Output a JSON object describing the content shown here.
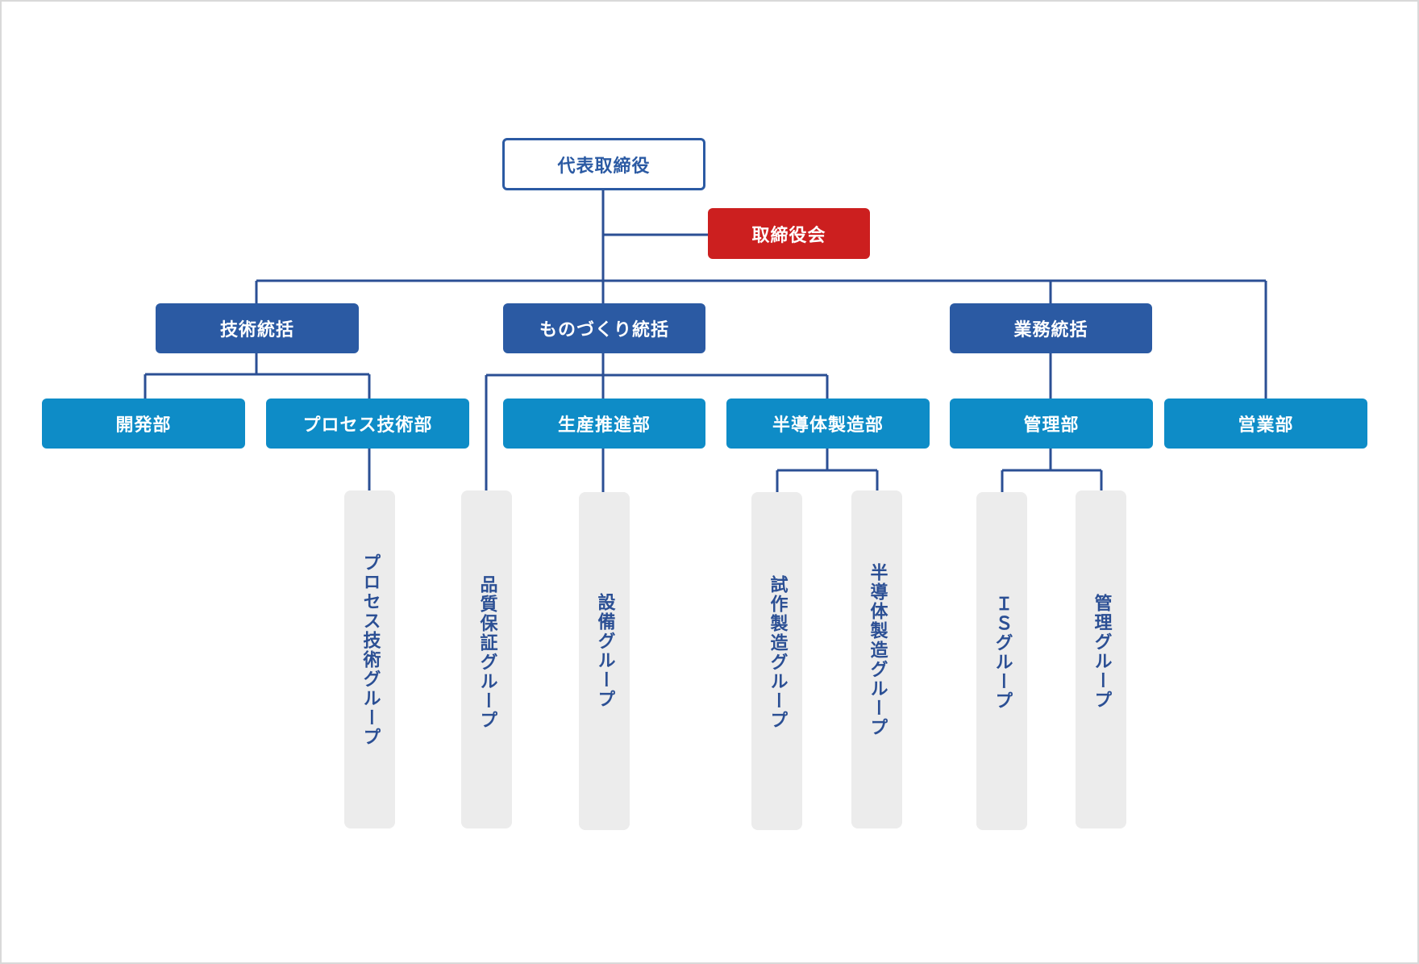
{
  "chart": {
    "ceo": "代表取締役",
    "board": "取締役会",
    "divisions": [
      "技術統括",
      "ものづくり統括",
      "業務統括"
    ],
    "departments": [
      "開発部",
      "プロセス技術部",
      "生産推進部",
      "半導体製造部",
      "管理部",
      "営業部"
    ],
    "groups": [
      "プロセス技術グループ",
      "品質保証グループ",
      "設備グループ",
      "試作製造グループ",
      "半導体製造グループ",
      "ＩＳグループ",
      "管理グループ"
    ]
  },
  "colors": {
    "navy": "#2b5aa3",
    "red": "#cc1f1f",
    "blue": "#0e8cc7",
    "gray": "#ececec"
  }
}
